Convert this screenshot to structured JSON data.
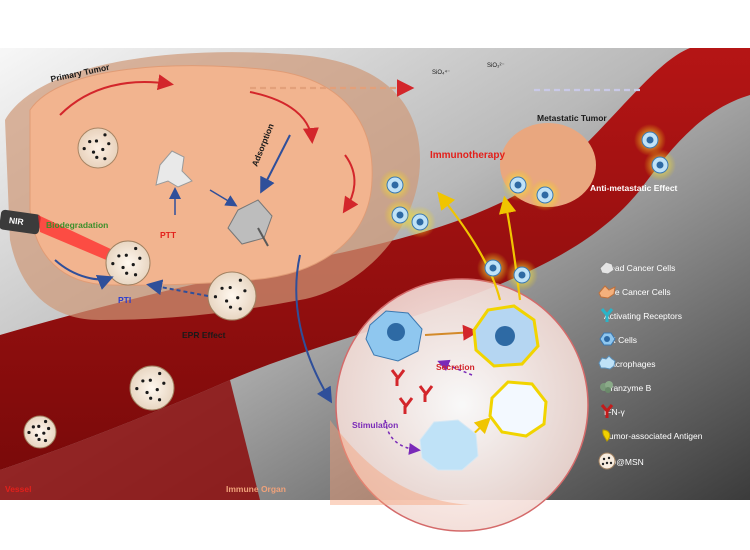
{
  "labels": {
    "primary_tumor": "Primary Tumor",
    "biodegradation": "Biodegradation",
    "nir": "NIR",
    "ptt": "PTT",
    "pti": "PTI",
    "adsorption": "Adsorption",
    "epr_effect": "EPR Effect",
    "metastatic_tumor": "Metastatic Tumor",
    "immunotherapy": "Immunotherapy",
    "anti_metastatic_effect": "Anti-metastatic Effect",
    "sio4": "SiO₄⁴⁻",
    "sio3": "SiO₃²⁻",
    "secretion": "Secretion",
    "stimulation": "Stimulation",
    "vessel": "Vessel",
    "immune_organ": "Immune Organ"
  },
  "legend": [
    {
      "icon": "dead-cancer-cell-icon",
      "label": "Dead Cancer Cells"
    },
    {
      "icon": "live-cancer-cell-icon",
      "label": "Live Cancer Cells"
    },
    {
      "icon": "activating-receptor-icon",
      "label": "Activating Receptors"
    },
    {
      "icon": "nk-cell-icon",
      "label": "NK Cells"
    },
    {
      "icon": "macrophage-icon",
      "label": "Macrophages"
    },
    {
      "icon": "granzyme-b-icon",
      "label": "Granzyme B"
    },
    {
      "icon": "ifn-gamma-icon",
      "label": "IFN-γ"
    },
    {
      "icon": "tumor-antigen-icon",
      "label": "Tumor-associated Antigen"
    },
    {
      "icon": "cd-msn-icon",
      "label": "CD@MSN"
    }
  ],
  "colors": {
    "vessel": "#9b0f0f",
    "tumor": "#f2b48f",
    "background_top": "#f4f4f4",
    "background_bottom": "#4a4a4a",
    "accent_red": "#e3201b"
  }
}
